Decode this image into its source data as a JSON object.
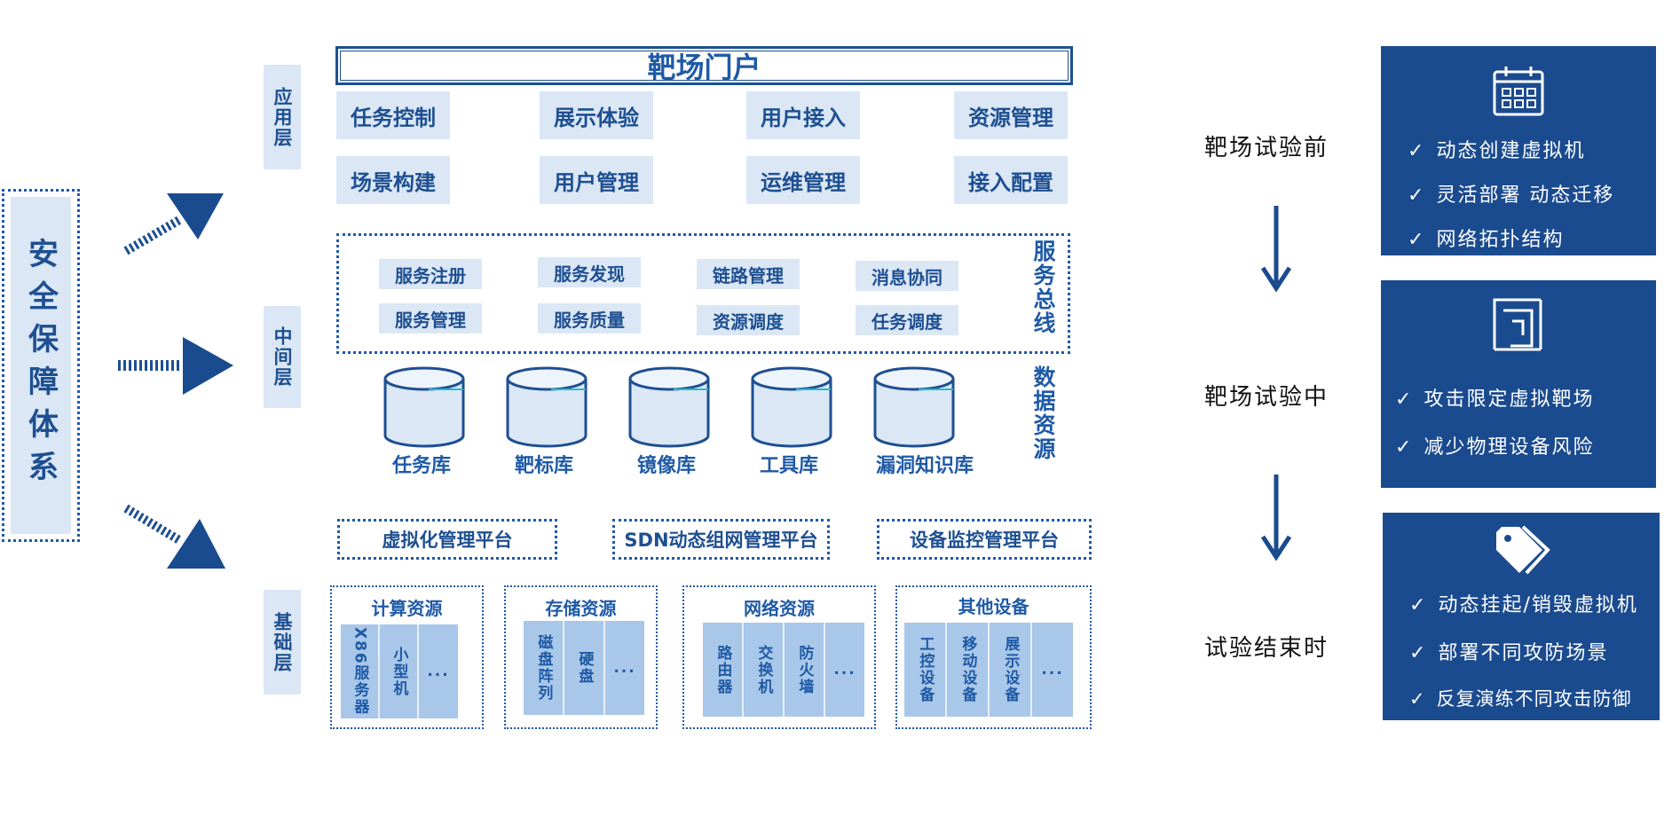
{
  "security": {
    "label": "安全保障体系"
  },
  "layers": {
    "app": "应用层",
    "middle": "中间层",
    "base": "基础层"
  },
  "portal": {
    "title": "靶场门户"
  },
  "app_modules": [
    "任务控制",
    "展示体验",
    "用户接入",
    "资源管理",
    "场景构建",
    "用户管理",
    "运维管理",
    "接入配置"
  ],
  "bus": {
    "label": "服务总线",
    "services": [
      "服务注册",
      "服务发现",
      "链路管理",
      "消息协同",
      "服务管理",
      "服务质量",
      "资源调度",
      "任务调度"
    ]
  },
  "data_resources": {
    "label": "数据资源",
    "databases": [
      "任务库",
      "靶标库",
      "镜像库",
      "工具库",
      "漏洞知识库"
    ]
  },
  "platforms": [
    "虚拟化管理平台",
    "SDN动态组网管理平台",
    "设备监控管理平台"
  ],
  "resources": [
    {
      "title": "计算资源",
      "items": [
        "X86服务器",
        "小型机",
        "..."
      ]
    },
    {
      "title": "存储资源",
      "items": [
        "磁盘阵列",
        "硬盘",
        "..."
      ]
    },
    {
      "title": "网络资源",
      "items": [
        "路由器",
        "交换机",
        "防火墙",
        "..."
      ]
    },
    {
      "title": "其他设备",
      "items": [
        "工控设备",
        "移动设备",
        "展示设备",
        "..."
      ]
    }
  ],
  "stages": [
    {
      "label": "靶场试验前",
      "icon": "calendar-icon",
      "items": [
        "动态创建虚拟机",
        "灵活部署 动态迁移",
        "网络拓扑结构"
      ]
    },
    {
      "label": "靶场试验中",
      "icon": "frame-icon",
      "items": [
        "攻击限定虚拟靶场",
        "减少物理设备风险"
      ]
    },
    {
      "label": "试验结束时",
      "icon": "tag-icon",
      "items": [
        "动态挂起/销毁虚拟机",
        "部署不同攻防场景",
        "反复演练不同攻击防御"
      ]
    }
  ],
  "check_mark": "✓",
  "ellipsis": "...",
  "colors": {
    "primary": "#1b4b8f",
    "light": "#dbe7f5",
    "cell": "#a9c7e8",
    "accent": "#1f5aa6"
  }
}
